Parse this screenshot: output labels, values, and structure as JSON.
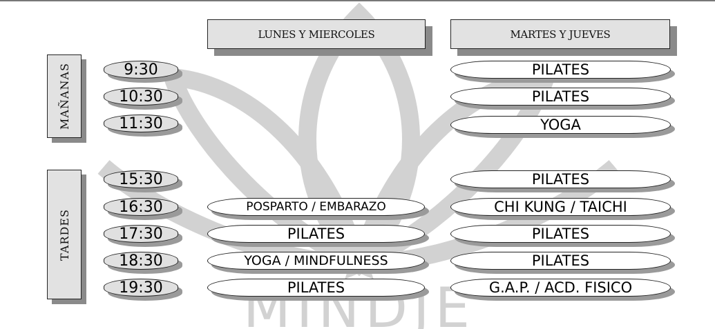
{
  "headers": {
    "col1": "LUNES Y MIERCOLES",
    "col2": "MARTES Y JUEVES"
  },
  "sections": {
    "morning": "MAÑANAS",
    "afternoon": "TARDES"
  },
  "watermark": "MINDJE",
  "times": [
    "9:30",
    "10:30",
    "11:30",
    "15:30",
    "16:30",
    "17:30",
    "18:30",
    "19:30"
  ],
  "lunes_miercoles": {
    "16:30": "POSPARTO / EMBARAZO",
    "17:30": "PILATES",
    "18:30": "YOGA / MINDFULNESS",
    "19:30": "PILATES"
  },
  "martes_jueves": {
    "9:30": "PILATES",
    "10:30": "PILATES",
    "11:30": "YOGA",
    "15:30": "PILATES",
    "16:30": "CHI KUNG / TAICHI",
    "17:30": "PILATES",
    "18:30": "PILATES",
    "19:30": "G.A.P. / ACD. FISICO"
  }
}
